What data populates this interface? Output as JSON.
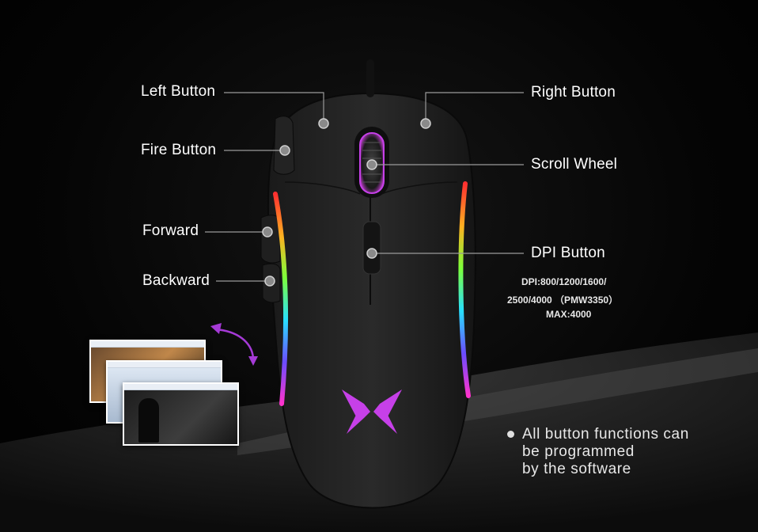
{
  "callouts": {
    "left_button": "Left Button",
    "right_button": "Right Button",
    "fire_button": "Fire Button",
    "scroll_wheel": "Scroll Wheel",
    "forward": "Forward",
    "dpi_button": "DPI Button",
    "backward": "Backward"
  },
  "dpi_info": {
    "line1": "DPI:800/1200/1600/",
    "line2": "2500/4000 （PMW3350）",
    "line3": "MAX:4000"
  },
  "note": {
    "line1": "All button functions can",
    "line2": "be programmed",
    "line3": "by the software"
  },
  "colors": {
    "background": "#000000",
    "accent_logo": "#c640e8",
    "arrow": "#a53ad6",
    "callout_line": "#9a9a9a",
    "text": "#ffffff"
  }
}
